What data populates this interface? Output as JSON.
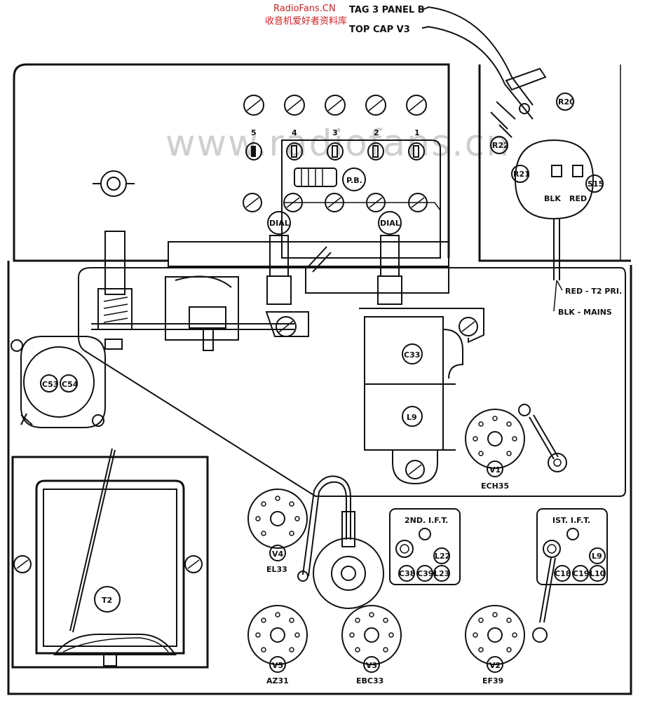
{
  "watermark": {
    "site": "RadioFans.CN",
    "cn": "收音机爱好者资料库",
    "big": "www.radiofans.cn"
  },
  "wires": {
    "tag_panel": "TAG 3 PANEL B",
    "top_cap": "TOP CAP V3",
    "red_t2": "RED - T2 PRI.",
    "blk_mains": "BLK - MAINS"
  },
  "switch_numbers": [
    "5",
    "4",
    "3",
    "2",
    "1"
  ],
  "pb_label": "P.B.",
  "dial_lamps": [
    "DIAL",
    "DIAL"
  ],
  "resistors": [
    "R20",
    "R22",
    "R21",
    "S15"
  ],
  "lead_colors": {
    "blk": "BLK",
    "red": "RED"
  },
  "gang_caps": [
    "C33",
    "L9"
  ],
  "can_caps": [
    "C53",
    "C54"
  ],
  "transformer": "T2",
  "valves": [
    {
      "id": "V1",
      "type": "ECH35"
    },
    {
      "id": "V4",
      "type": "EL33"
    },
    {
      "id": "V5",
      "type": "AZ31"
    },
    {
      "id": "V3",
      "type": "EBC33"
    },
    {
      "id": "V2",
      "type": "EF39"
    }
  ],
  "ift2": {
    "title": "2ND. I.F.T.",
    "parts": [
      "L22",
      "C38",
      "C39",
      "L23"
    ]
  },
  "ift1": {
    "title": "IST. I.F.T.",
    "parts": [
      "L9",
      "C18",
      "C19",
      "L10"
    ]
  }
}
